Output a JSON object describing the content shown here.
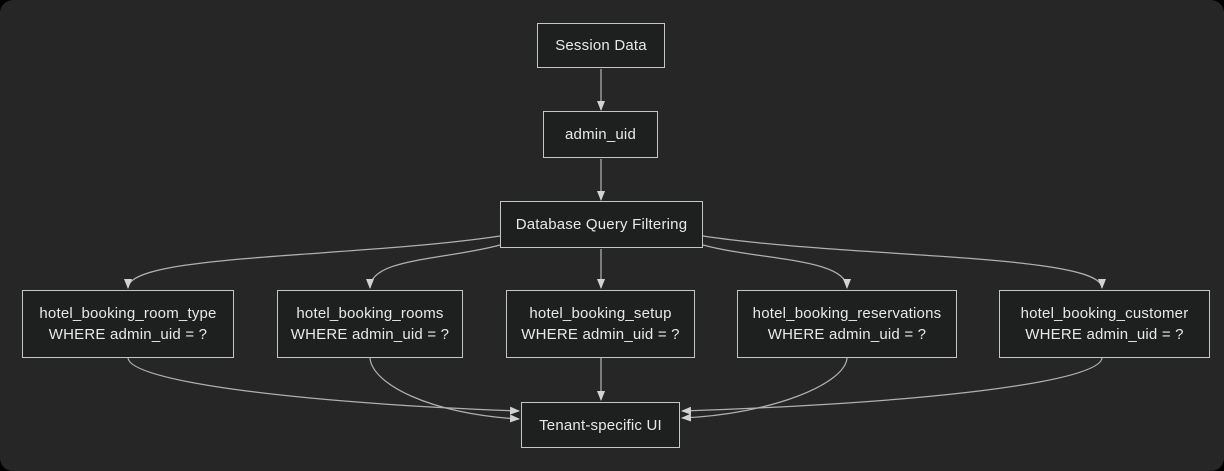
{
  "diagram": {
    "type": "flowchart",
    "colors": {
      "page_background": "#000000",
      "canvas_background": "#262626",
      "node_fill": "#1e1f1f",
      "node_border": "#c6c6c6",
      "node_text": "#e8e8e8",
      "edge_line": "#b0b0b0",
      "edge_arrowhead": "#d2d2d2"
    },
    "nodes": {
      "session_data": {
        "label": "Session Data"
      },
      "admin_uid": {
        "label": "admin_uid"
      },
      "query_filtering": {
        "label": "Database Query Filtering"
      },
      "room_type": {
        "line1": "hotel_booking_room_type",
        "line2": "WHERE admin_uid = ?"
      },
      "rooms": {
        "line1": "hotel_booking_rooms",
        "line2": "WHERE admin_uid = ?"
      },
      "setup": {
        "line1": "hotel_booking_setup",
        "line2": "WHERE admin_uid = ?"
      },
      "reservations": {
        "line1": "hotel_booking_reservations",
        "line2": "WHERE admin_uid = ?"
      },
      "customer": {
        "line1": "hotel_booking_customer",
        "line2": "WHERE admin_uid = ?"
      },
      "tenant_ui": {
        "label": "Tenant-specific UI"
      }
    },
    "edges": [
      {
        "from": "session_data",
        "to": "admin_uid"
      },
      {
        "from": "admin_uid",
        "to": "query_filtering"
      },
      {
        "from": "query_filtering",
        "to": "room_type"
      },
      {
        "from": "query_filtering",
        "to": "rooms"
      },
      {
        "from": "query_filtering",
        "to": "setup"
      },
      {
        "from": "query_filtering",
        "to": "reservations"
      },
      {
        "from": "query_filtering",
        "to": "customer"
      },
      {
        "from": "room_type",
        "to": "tenant_ui"
      },
      {
        "from": "rooms",
        "to": "tenant_ui"
      },
      {
        "from": "setup",
        "to": "tenant_ui"
      },
      {
        "from": "reservations",
        "to": "tenant_ui"
      },
      {
        "from": "customer",
        "to": "tenant_ui"
      }
    ]
  }
}
